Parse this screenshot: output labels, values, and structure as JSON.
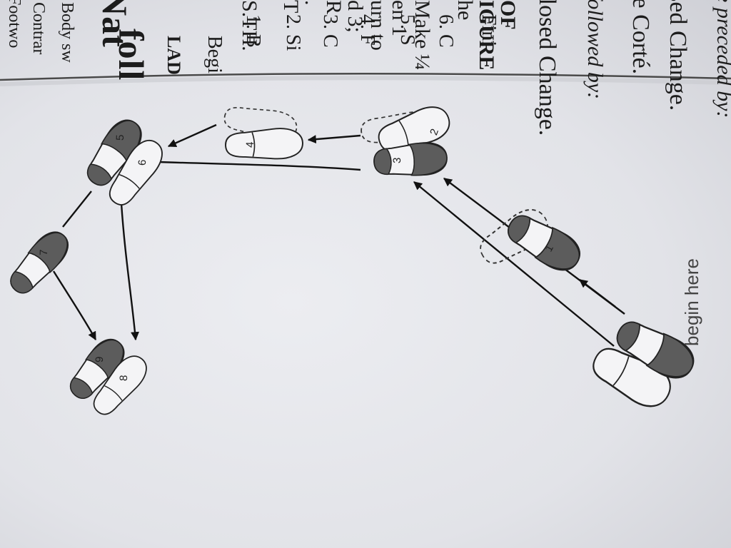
{
  "left_page": {
    "preceded_heading": "e preceded by:",
    "preceded_items": [
      "Closed Change.",
      "rse Corté."
    ],
    "followed_heading": "followed by:",
    "followed_items": [
      "Closed Change."
    ],
    "section_heading_1": "OF",
    "section_heading_2": "IGURE",
    "fragments": [
      "he",
      "Make ¼",
      "en 1",
      "urn to",
      "d 3;",
      "R",
      ".",
      "T",
      "S.TH."
    ]
  },
  "diagram": {
    "begin_label": "begin here",
    "step_numbers": [
      "1",
      "2",
      "3",
      "4",
      "5",
      "6",
      "7",
      "8",
      "9"
    ]
  },
  "right_page": {
    "top_fragments": [
      "Footwo",
      "Contrar",
      "Body sw"
    ],
    "title_fragments": [
      "Nat",
      "foll"
    ],
    "lady_heading": "LAD",
    "begin_fragment": "Begi",
    "steps": [
      "1. B",
      "2. Si",
      "3. C",
      "4. F",
      "5. S",
      "6. C"
    ],
    "finish_fragment": "Fini"
  },
  "colors": {
    "paper": "#e6e7eb",
    "ink": "#1c1c1c",
    "shaded_foot": "#5c5c5c"
  }
}
